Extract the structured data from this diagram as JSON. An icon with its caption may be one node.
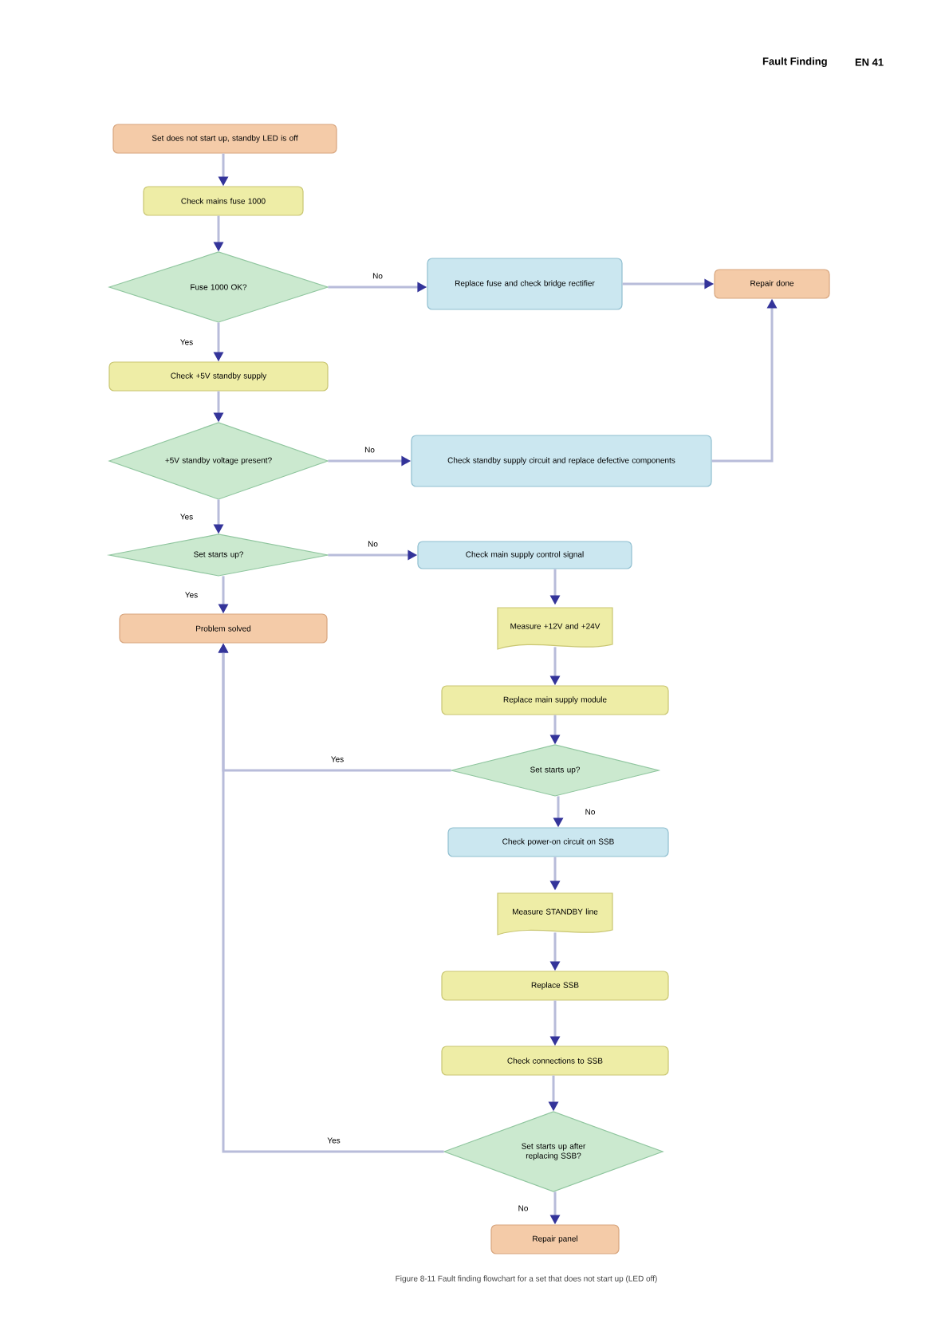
{
  "diagram": {
    "caption": "Figure 8-11 Fault finding flowchart for a set that does not start up (LED off)",
    "nodes": [
      {
        "text": [
          "Set does not start up, standby LED is off"
        ]
      },
      {
        "text": [
          "Check mains fuse 1000"
        ]
      },
      {
        "text": [
          "Fuse 1000 OK?"
        ]
      },
      {
        "text": [
          "Replace fuse and check bridge rectifier"
        ]
      },
      {
        "text": [
          "Repair done"
        ]
      },
      {
        "text": [
          "Check +5V standby supply"
        ]
      },
      {
        "text": [
          "+5V standby voltage present?"
        ]
      },
      {
        "text": [
          "Check standby supply circuit and replace defective components"
        ]
      },
      {
        "text": [
          "Set starts up?"
        ]
      },
      {
        "text": [
          "Check main supply control signal"
        ]
      },
      {
        "text": [
          "Problem solved"
        ]
      },
      {
        "text": [
          "Measure +12V and +24V"
        ]
      },
      {
        "text": [
          "Replace main supply module"
        ]
      },
      {
        "text": [
          "Set starts up?"
        ]
      },
      {
        "text": [
          "Check power-on circuit on SSB"
        ]
      },
      {
        "text": [
          "Measure STANDBY line"
        ]
      },
      {
        "text": [
          "Replace SSB"
        ]
      },
      {
        "text": [
          "Check connections to SSB"
        ]
      },
      {
        "text": [
          "Set starts up after replacing SSB?"
        ]
      },
      {
        "text": [
          "Repair panel"
        ]
      }
    ],
    "edges": [
      {
        "from": 0,
        "to": 1,
        "arrow": "to"
      },
      {
        "from": 1,
        "to": 2,
        "arrow": "to"
      },
      {
        "from": 2,
        "to": 3,
        "arrow": "to",
        "label": "No"
      },
      {
        "from": 3,
        "to": 4,
        "arrow": "to"
      },
      {
        "from": 2,
        "to": 5,
        "arrow": "to",
        "label": "Yes"
      },
      {
        "from": 5,
        "to": 6,
        "arrow": "to"
      },
      {
        "from": 6,
        "to": 7,
        "arrow": "to",
        "label": "No"
      },
      {
        "from": 7,
        "to": 4,
        "arrow": "to"
      },
      {
        "from": 6,
        "to": 8,
        "arrow": "to",
        "label": "Yes"
      },
      {
        "from": 8,
        "to": 9,
        "arrow": "to",
        "label": "No"
      },
      {
        "from": 8,
        "to": 10,
        "arrow": "to",
        "label": "Yes"
      },
      {
        "from": 9,
        "to": 11,
        "arrow": "to"
      },
      {
        "from": 11,
        "to": 12,
        "arrow": "to"
      },
      {
        "from": 12,
        "to": 13,
        "arrow": "to"
      },
      {
        "from": 13,
        "to": 10,
        "arrow": "to",
        "label": "Yes"
      },
      {
        "from": 13,
        "to": 14,
        "arrow": "to",
        "label": "No"
      },
      {
        "from": 14,
        "to": 15,
        "arrow": "to"
      },
      {
        "from": 15,
        "to": 16,
        "arrow": "to"
      },
      {
        "from": 16,
        "to": 17,
        "arrow": "to"
      },
      {
        "from": 17,
        "to": 18,
        "arrow": "to"
      },
      {
        "from": 18,
        "to": 10,
        "arrow": "to",
        "label": "Yes"
      },
      {
        "from": 18,
        "to": 19,
        "arrow": "to",
        "label": "No"
      }
    ],
    "labels": [
      "Fault Finding",
      "EN 41"
    ]
  }
}
